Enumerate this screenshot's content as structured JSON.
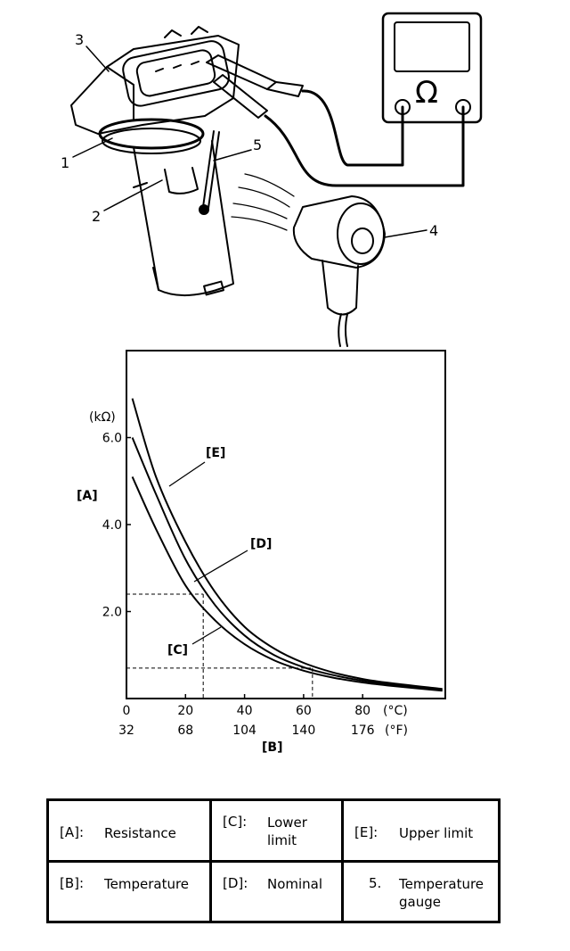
{
  "illustration": {
    "callouts": [
      "1",
      "2",
      "3",
      "4",
      "5"
    ],
    "meter_symbol": "Ω"
  },
  "chart_data": {
    "type": "line",
    "ylabel": "[A]",
    "yunit": "(kΩ)",
    "xlabel": "[B]",
    "xunit_c": "(°C)",
    "xunit_f": "(°F)",
    "xlim": [
      0,
      108
    ],
    "ylim": [
      0,
      8
    ],
    "y_ticks": [
      {
        "v": 2,
        "label": "2.0"
      },
      {
        "v": 4,
        "label": "4.0"
      },
      {
        "v": 6,
        "label": "6.0"
      }
    ],
    "x_ticks_c": [
      {
        "v": 0,
        "label": "0"
      },
      {
        "v": 20,
        "label": "20"
      },
      {
        "v": 40,
        "label": "40"
      },
      {
        "v": 60,
        "label": "60"
      },
      {
        "v": 80,
        "label": "80"
      }
    ],
    "x_ticks_f": [
      {
        "v": 0,
        "label": "32"
      },
      {
        "v": 20,
        "label": "68"
      },
      {
        "v": 40,
        "label": "104"
      },
      {
        "v": 60,
        "label": "140"
      },
      {
        "v": 80,
        "label": "176"
      }
    ],
    "series": [
      {
        "name": "[E]",
        "x": [
          2,
          10,
          20,
          30,
          40,
          50,
          60,
          70,
          80,
          90,
          107
        ],
        "y": [
          6.9,
          5.1,
          3.6,
          2.45,
          1.65,
          1.15,
          0.82,
          0.6,
          0.45,
          0.35,
          0.22
        ]
      },
      {
        "name": "[D]",
        "x": [
          2,
          10,
          20,
          30,
          40,
          50,
          60,
          70,
          80,
          90,
          107
        ],
        "y": [
          6.0,
          4.7,
          3.2,
          2.15,
          1.45,
          1.0,
          0.72,
          0.54,
          0.41,
          0.32,
          0.2
        ]
      },
      {
        "name": "[C]",
        "x": [
          2,
          10,
          20,
          30,
          40,
          50,
          60,
          70,
          80,
          90,
          107
        ],
        "y": [
          5.1,
          3.9,
          2.6,
          1.8,
          1.25,
          0.88,
          0.64,
          0.48,
          0.37,
          0.29,
          0.18
        ]
      }
    ],
    "reference_lines": [
      {
        "x": 26,
        "y": 2.4
      },
      {
        "x": 63,
        "y": 0.7
      }
    ],
    "grid": false
  },
  "legend": {
    "rows": [
      [
        {
          "key": "[A]:",
          "value": "Resistance"
        },
        {
          "key": "[C]:",
          "value": "Lower limit"
        },
        {
          "key": "[E]:",
          "value": "Upper limit"
        }
      ],
      [
        {
          "key": "[B]:",
          "value": "Temperature"
        },
        {
          "key": "[D]:",
          "value": "Nominal"
        },
        {
          "key": "5.",
          "value": "Temperature gauge"
        }
      ]
    ]
  }
}
